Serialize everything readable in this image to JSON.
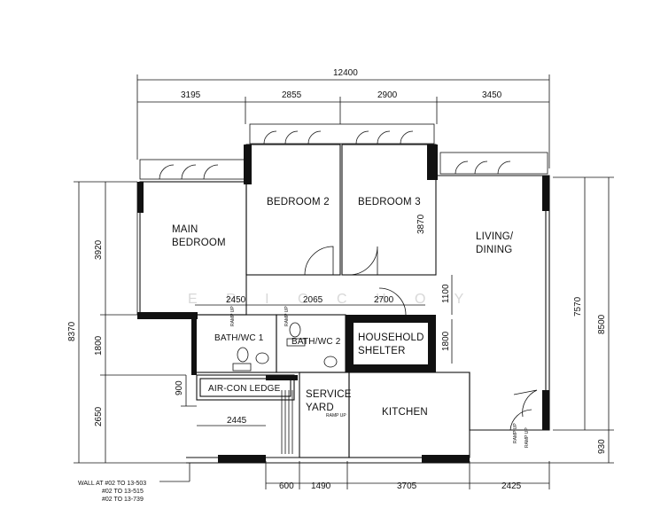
{
  "dimensions": {
    "total_width": "12400",
    "top": [
      "3195",
      "2855",
      "2900",
      "3450"
    ],
    "bottom": [
      "600",
      "1490",
      "3705",
      "2425"
    ],
    "left": [
      "3920",
      "1800",
      "2650"
    ],
    "left_total": "8370",
    "right_inner": "7570",
    "right_outer": "8500",
    "right_bottom": "930",
    "interior": {
      "d2450": "2450",
      "d2065": "2065",
      "d2700": "2700",
      "d1100": "1100",
      "d1800": "1800",
      "d3870": "3870",
      "d900": "900",
      "d2445": "2445"
    }
  },
  "rooms": {
    "main_bedroom": [
      "MAIN",
      "BEDROOM"
    ],
    "bedroom2": "BEDROOM 2",
    "bedroom3": "BEDROOM 3",
    "living": [
      "LIVING/",
      "DINING"
    ],
    "bath1": "BATH/WC 1",
    "bath2": "BATH/WC 2",
    "shelter": [
      "HOUSEHOLD",
      "SHELTER"
    ],
    "aircon": "AIR-CON LEDGE",
    "service": [
      "SERVICE",
      "YARD"
    ],
    "kitchen": "KITCHEN"
  },
  "ramp_labels": [
    "RAMP UP",
    "RAMP UP",
    "RAMP UP",
    "RAMP UP"
  ],
  "ramp_inline": "RAMP UP",
  "notes": [
    "WALL AT #02 TO 13-503",
    "#02 TO 13-515",
    "#02 TO 13-739"
  ],
  "watermark": "E R I C  C H O Y"
}
